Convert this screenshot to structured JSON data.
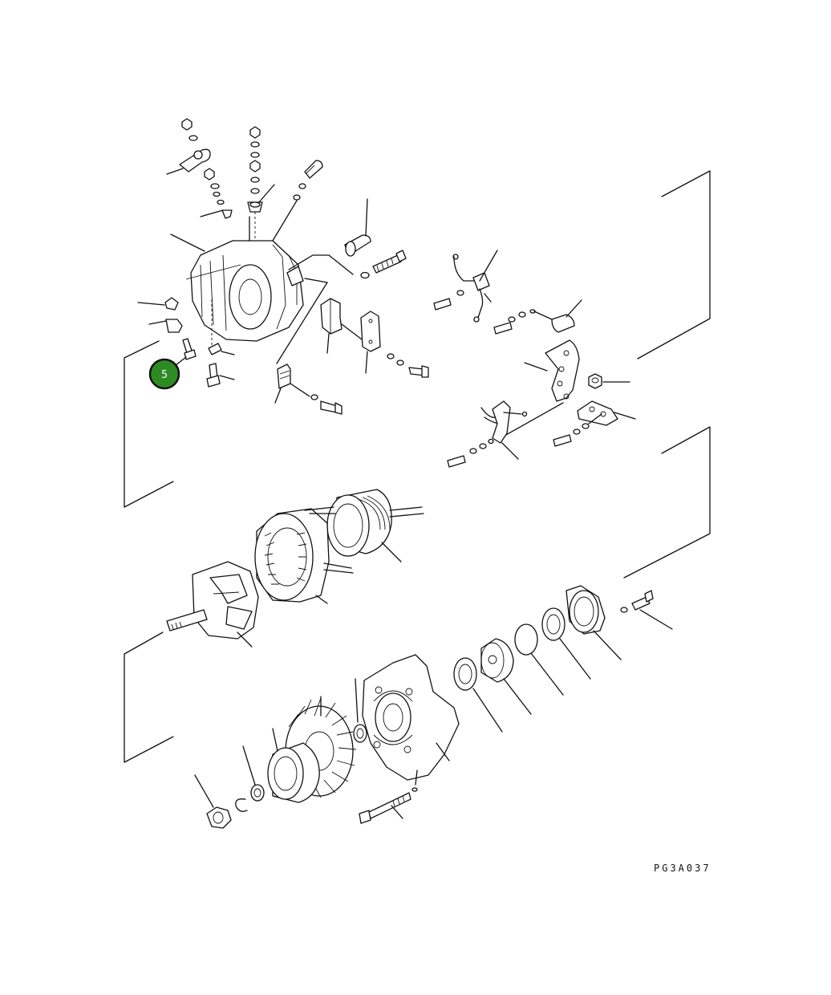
{
  "drawing": {
    "code": "PG3A037",
    "callouts": [
      {
        "label": "5",
        "color": "#2e8b24",
        "text_color": "#ffffff",
        "part": "brush-holder-screw"
      }
    ]
  }
}
